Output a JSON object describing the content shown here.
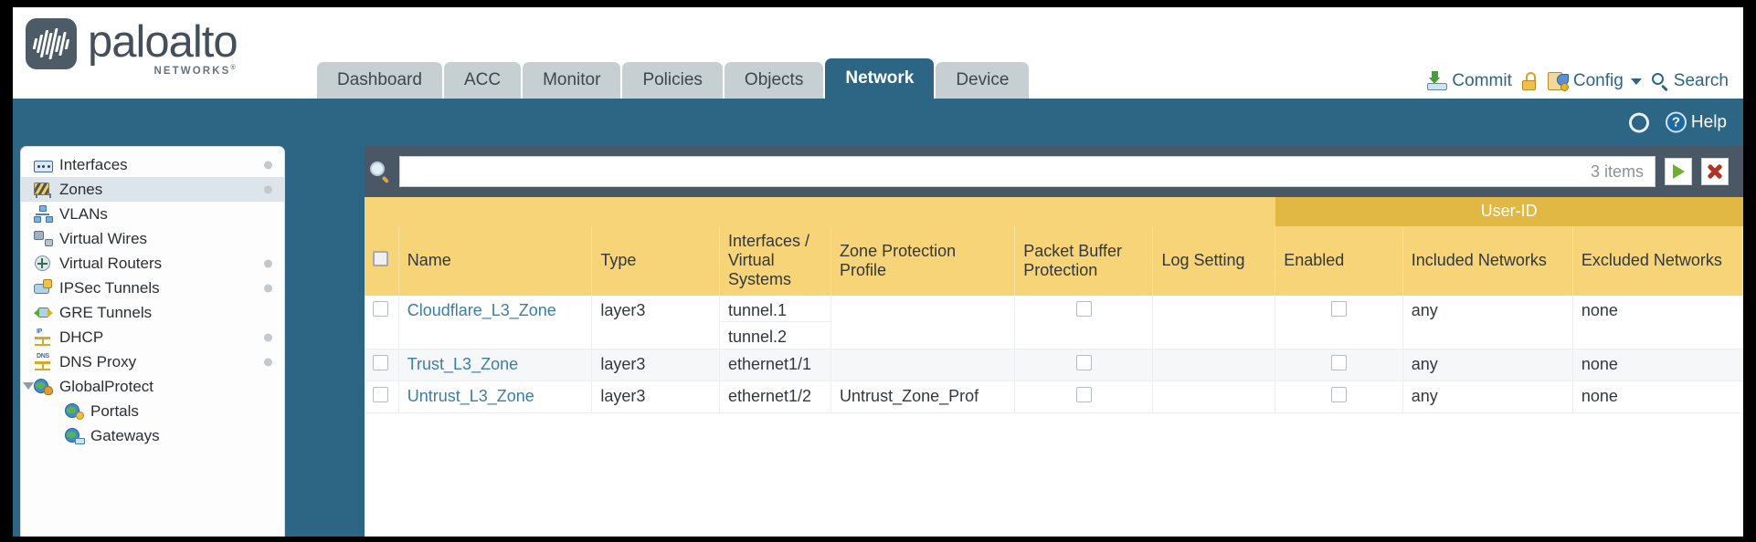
{
  "brand": {
    "name": "paloalto",
    "tagline": "NETWORKS",
    "registered": "®"
  },
  "nav": {
    "tabs": [
      {
        "label": "Dashboard",
        "active": false
      },
      {
        "label": "ACC",
        "active": false
      },
      {
        "label": "Monitor",
        "active": false
      },
      {
        "label": "Policies",
        "active": false
      },
      {
        "label": "Objects",
        "active": false
      },
      {
        "label": "Network",
        "active": true
      },
      {
        "label": "Device",
        "active": false
      }
    ]
  },
  "top_actions": {
    "commit": "Commit",
    "lock": "",
    "config": "Config",
    "search": "Search"
  },
  "toolbar": {
    "refresh": "",
    "help": "Help"
  },
  "sidebar": {
    "items": [
      {
        "label": "Interfaces",
        "icon": "interfaces-icon",
        "dot": true,
        "child": false,
        "twisty": false,
        "selected": false
      },
      {
        "label": "Zones",
        "icon": "zones-icon",
        "dot": true,
        "child": false,
        "twisty": false,
        "selected": true
      },
      {
        "label": "VLANs",
        "icon": "vlans-icon",
        "dot": false,
        "child": false,
        "twisty": false,
        "selected": false
      },
      {
        "label": "Virtual Wires",
        "icon": "virtual-wires-icon",
        "dot": false,
        "child": false,
        "twisty": false,
        "selected": false
      },
      {
        "label": "Virtual Routers",
        "icon": "virtual-routers-icon",
        "dot": true,
        "child": false,
        "twisty": false,
        "selected": false
      },
      {
        "label": "IPSec Tunnels",
        "icon": "ipsec-tunnels-icon",
        "dot": true,
        "child": false,
        "twisty": false,
        "selected": false
      },
      {
        "label": "GRE Tunnels",
        "icon": "gre-tunnels-icon",
        "dot": false,
        "child": false,
        "twisty": false,
        "selected": false
      },
      {
        "label": "DHCP",
        "icon": "dhcp-icon",
        "dot": true,
        "child": false,
        "twisty": false,
        "selected": false
      },
      {
        "label": "DNS Proxy",
        "icon": "dns-proxy-icon",
        "dot": true,
        "child": false,
        "twisty": false,
        "selected": false
      },
      {
        "label": "GlobalProtect",
        "icon": "globalprotect-icon",
        "dot": false,
        "child": false,
        "twisty": true,
        "selected": false
      },
      {
        "label": "Portals",
        "icon": "portals-icon",
        "dot": false,
        "child": true,
        "twisty": false,
        "selected": false
      },
      {
        "label": "Gateways",
        "icon": "gateways-icon",
        "dot": false,
        "child": true,
        "twisty": false,
        "selected": false
      }
    ]
  },
  "search": {
    "value": "",
    "placeholder": "",
    "item_count": "3 items",
    "apply_icon": "arrow-right-icon",
    "clear_icon": "close-icon"
  },
  "table": {
    "group_header": "User-ID",
    "columns": [
      {
        "key": "check",
        "label": ""
      },
      {
        "key": "name",
        "label": "Name"
      },
      {
        "key": "type",
        "label": "Type"
      },
      {
        "key": "iface",
        "label": "Interfaces / Virtual Systems"
      },
      {
        "key": "zpp",
        "label": "Zone Protection Profile"
      },
      {
        "key": "pbp",
        "label": "Packet Buffer Protection"
      },
      {
        "key": "log",
        "label": "Log Setting"
      },
      {
        "key": "enabled",
        "label": "Enabled"
      },
      {
        "key": "included",
        "label": "Included Networks"
      },
      {
        "key": "excluded",
        "label": "Excluded Networks"
      }
    ],
    "rows": [
      {
        "selected": false,
        "name": "Cloudflare_L3_Zone",
        "type": "layer3",
        "interfaces": [
          "tunnel.1",
          "tunnel.2"
        ],
        "zone_protection_profile": "",
        "packet_buffer_protection": false,
        "log_setting": "",
        "userid_enabled": false,
        "included_networks": "any",
        "excluded_networks": "none"
      },
      {
        "selected": false,
        "name": "Trust_L3_Zone",
        "type": "layer3",
        "interfaces": [
          "ethernet1/1"
        ],
        "zone_protection_profile": "",
        "packet_buffer_protection": false,
        "log_setting": "",
        "userid_enabled": false,
        "included_networks": "any",
        "excluded_networks": "none"
      },
      {
        "selected": false,
        "name": "Untrust_L3_Zone",
        "type": "layer3",
        "interfaces": [
          "ethernet1/2"
        ],
        "zone_protection_profile": "Untrust_Zone_Prof",
        "packet_buffer_protection": false,
        "log_setting": "",
        "userid_enabled": false,
        "included_networks": "any",
        "excluded_networks": "none"
      }
    ]
  },
  "colors": {
    "brand_blue": "#2d6585",
    "tab_inactive": "#c6d0d2",
    "header_amber": "#f6d477",
    "group_amber": "#e2b844",
    "panel_slate": "#4a5764",
    "link_blue": "#3b7ea5"
  }
}
